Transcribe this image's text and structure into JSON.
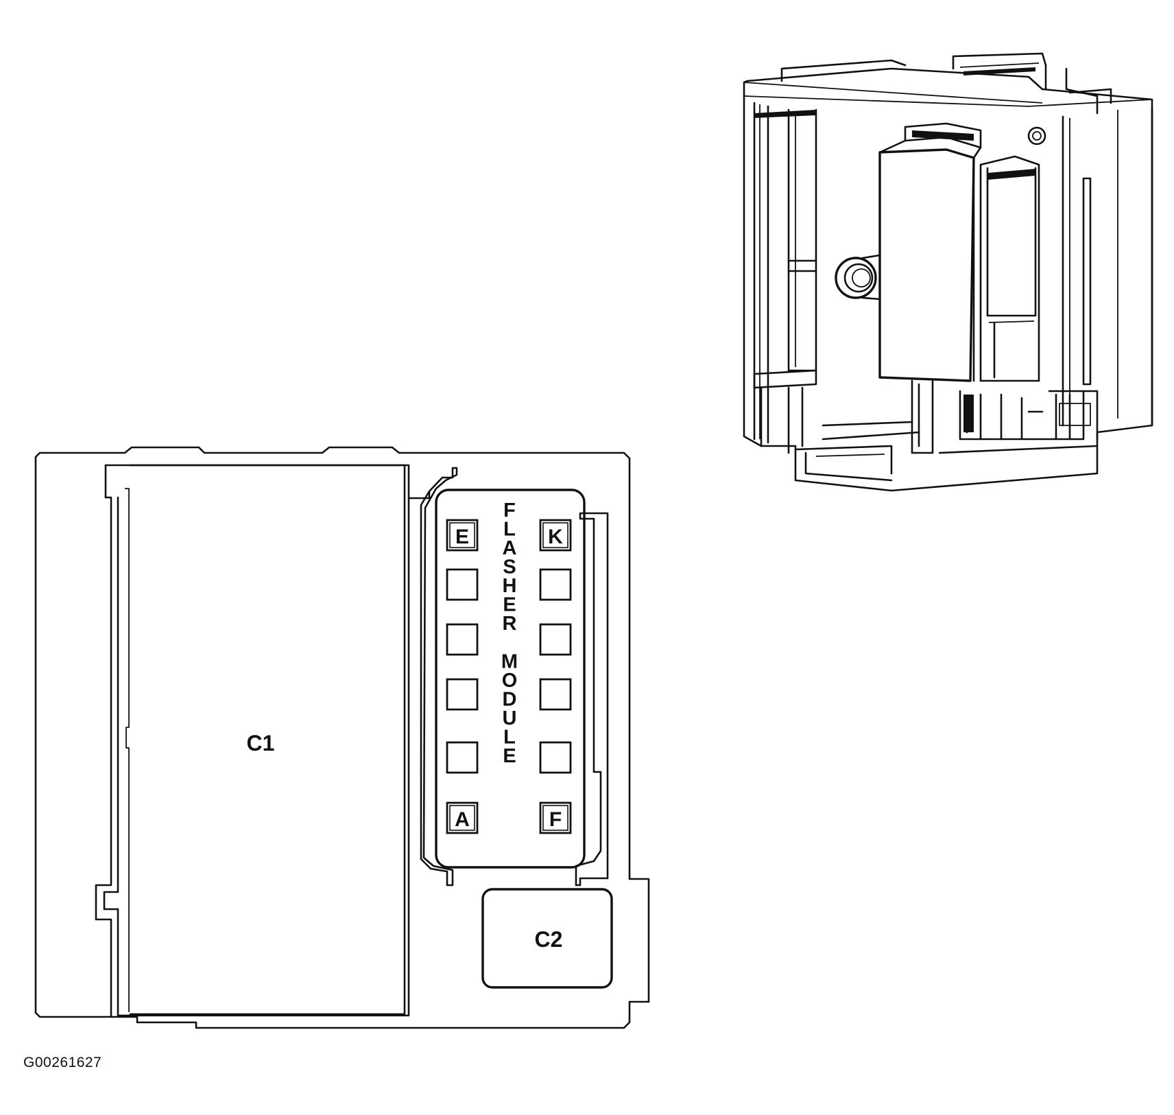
{
  "figure": {
    "id": "G00261627"
  },
  "connectors": {
    "c1": "C1",
    "c2": "C2"
  },
  "module": {
    "label_word1": "FLASHER",
    "label_word2": "MODULE",
    "pins": {
      "top_left": "E",
      "top_right": "K",
      "bottom_left": "A",
      "bottom_right": "F"
    },
    "cavities_per_column": 6
  }
}
